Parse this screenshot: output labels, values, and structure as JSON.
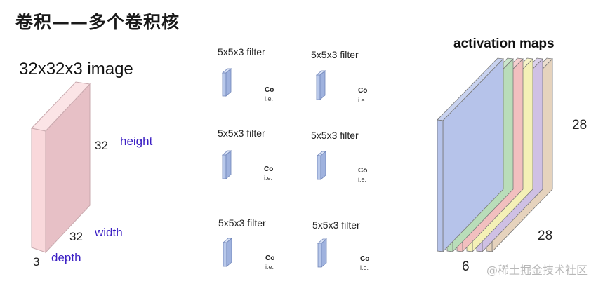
{
  "title": "卷积——多个卷积核",
  "input": {
    "label": "32x32x3 image",
    "height_value": "32",
    "height_label": "height",
    "width_value": "32",
    "width_label": "width",
    "depth_value": "3",
    "depth_label": "depth",
    "fill_color": "#f9d8db",
    "side_color": "#e7c0c6"
  },
  "filters": [
    {
      "label": "5x5x3 filter",
      "co": "Co",
      "ie": "i.e."
    },
    {
      "label": "5x5x3 filter",
      "co": "Co",
      "ie": "i.e."
    },
    {
      "label": "5x5x3 filter",
      "co": "Co",
      "ie": "i.e."
    },
    {
      "label": "5x5x3 filter",
      "co": "Co",
      "ie": "i.e."
    },
    {
      "label": "5x5x3 filter",
      "co": "Co",
      "ie": "i.e."
    },
    {
      "label": "5x5x3 filter",
      "co": "Co",
      "ie": "i.e."
    }
  ],
  "filter_color": "#b8c8ea",
  "activation": {
    "title": "activation maps",
    "height_value": "28",
    "width_value": "28",
    "count_value": "6",
    "map_colors": [
      "#b6c3ea",
      "#b9ddb9",
      "#f2bfbf",
      "#f4f0b6",
      "#cfc0e4",
      "#e6d3bd"
    ]
  },
  "watermark": "@稀土掘金技术社区"
}
